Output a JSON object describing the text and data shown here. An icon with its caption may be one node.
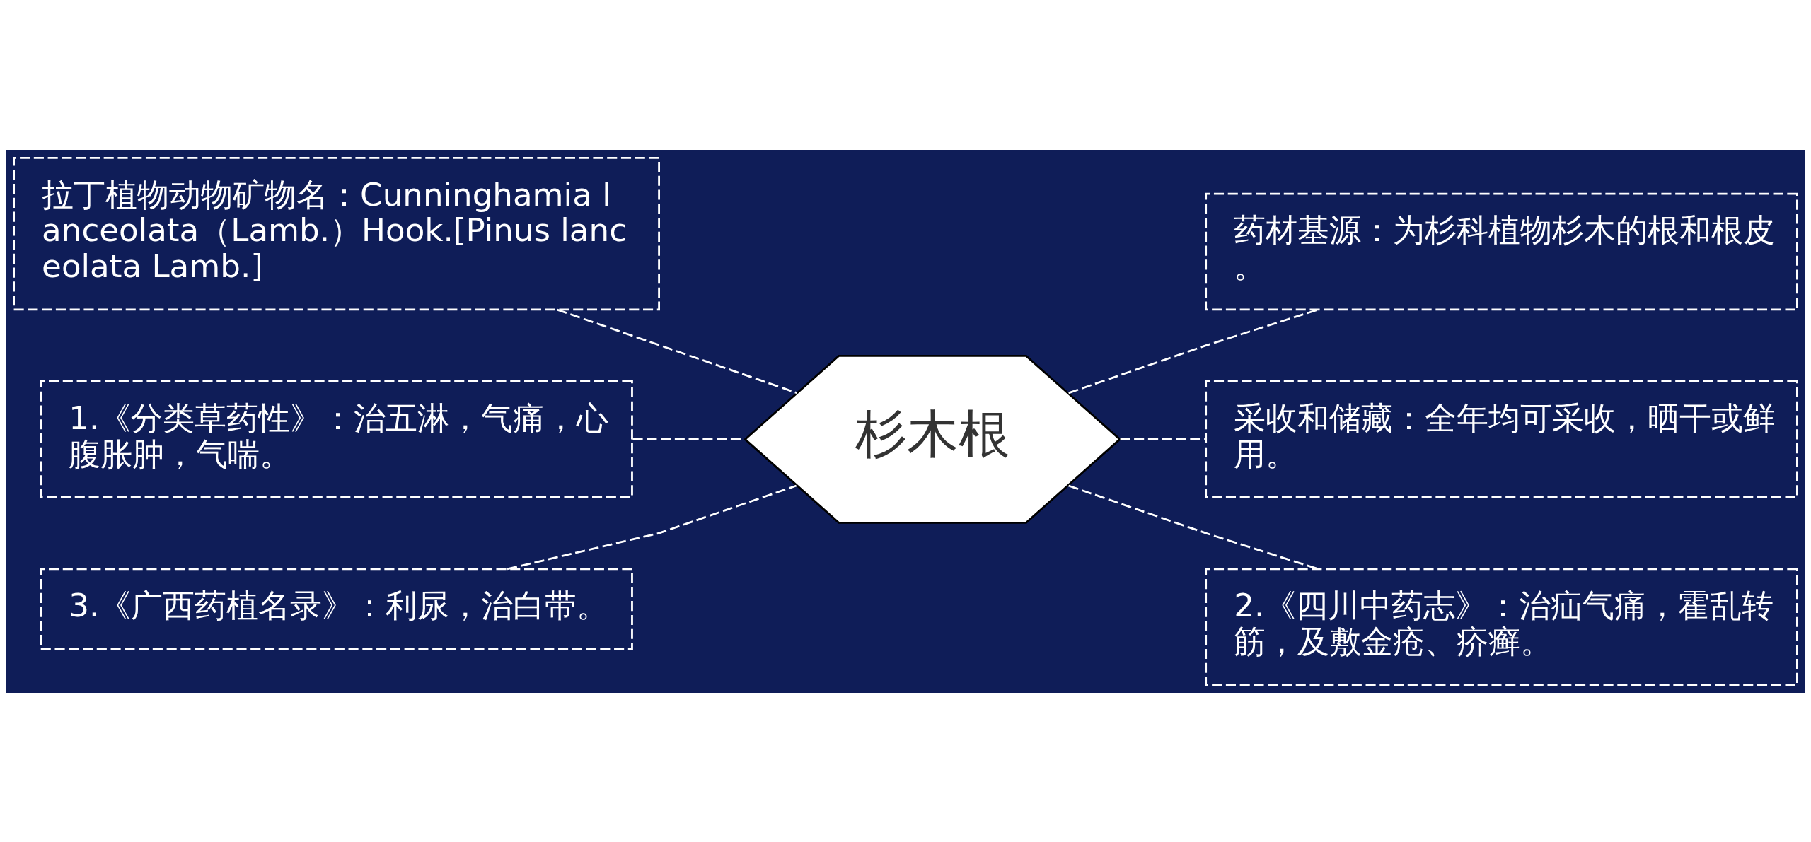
{
  "diagram": {
    "nodes": [
      {
        "text": [
          "杉木根"
        ]
      },
      {
        "text": [
          "拉丁植物动物矿物名：Cunninghamia lanceolata（Lamb.）Hook.[Pinus lanceolata Lamb.]"
        ]
      },
      {
        "text": [
          "1.《分类草药性》：治五淋，气痛，心腹胀肿，气喘。"
        ]
      },
      {
        "text": [
          "3.《广西药植名录》：利尿，治白带。"
        ]
      },
      {
        "text": [
          "药材基源：为杉科植物杉木的根和根皮。"
        ]
      },
      {
        "text": [
          "采收和储藏：全年均可采收，晒干或鲜用。"
        ]
      },
      {
        "text": [
          "2.《四川中药志》：治疝气痛，霍乱转筋，及敷金疮、疥癣。"
        ]
      }
    ],
    "edges": [
      {
        "from": 1,
        "to": 0,
        "arrow": "none",
        "style": "dashed"
      },
      {
        "from": 2,
        "to": 0,
        "arrow": "none",
        "style": "dashed"
      },
      {
        "from": 3,
        "to": 0,
        "arrow": "none",
        "style": "dashed"
      },
      {
        "from": 0,
        "to": 4,
        "arrow": "none",
        "style": "dashed"
      },
      {
        "from": 0,
        "to": 5,
        "arrow": "none",
        "style": "dashed"
      },
      {
        "from": 0,
        "to": 6,
        "arrow": "none",
        "style": "dashed"
      }
    ]
  }
}
